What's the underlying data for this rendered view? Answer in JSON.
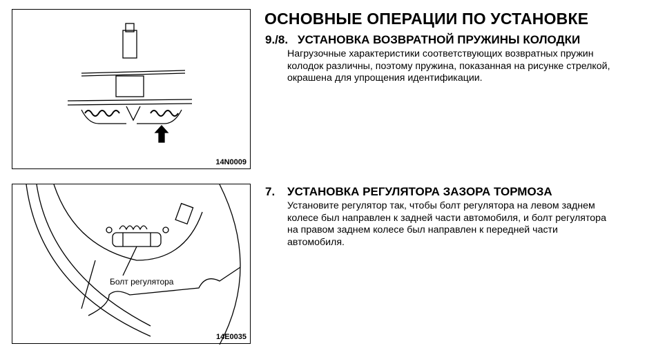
{
  "page_title": "ОСНОВНЫЕ ОПЕРАЦИИ ПО УСТАНОВКЕ",
  "sections": [
    {
      "number": "9./8.",
      "heading": "УСТАНОВКА ВОЗВРАТНОЙ ПРУЖИНЫ КОЛОДКИ",
      "lines": [
        "Нагрузочные характеристики соответствующих возвратных пружин",
        "колодок различны, поэтому пружина, показанная на рисунке стрелкой,",
        "окрашена для упрощения идентификации."
      ],
      "figure_code": "14N0009"
    },
    {
      "number": "7.",
      "heading": "УСТАНОВКА РЕГУЛЯТОРА ЗАЗОРА ТОРМОЗА",
      "lines": [
        "Установите регулятор так, чтобы болт регулятора на левом заднем",
        "колесе был направлен к задней части автомобиля, и болт регулятора",
        "на правом заднем колесе был направлен к передней части",
        "автомобиля."
      ],
      "figure_code": "14E0035",
      "callout": "Болт регулятора"
    }
  ]
}
